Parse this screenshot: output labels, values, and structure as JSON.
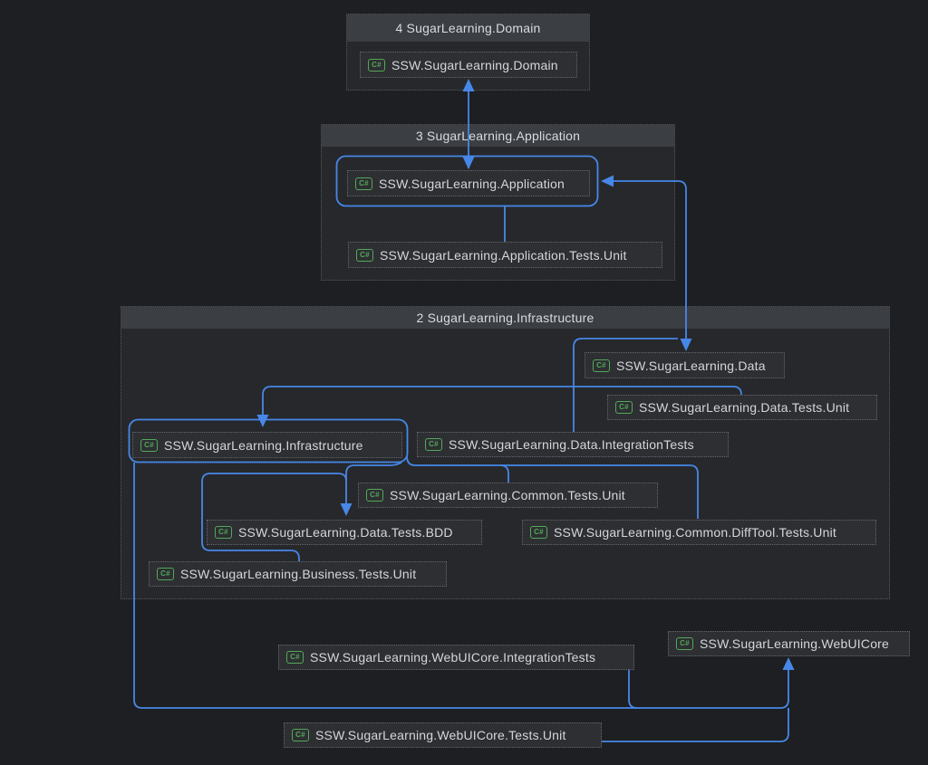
{
  "diagram": {
    "colors": {
      "background": "#1e1f22",
      "group_background": "#26282b",
      "group_header_background": "#3b3e42",
      "node_background": "#2d2f33",
      "edge_blue": "#4787e8",
      "icon_green": "#54a857",
      "text": "#d4d6da"
    },
    "icon": {
      "label": "C#"
    },
    "groups": {
      "domain": {
        "title": "4 SugarLearning.Domain"
      },
      "application": {
        "title": "3 SugarLearning.Application"
      },
      "infrastructure": {
        "title": "2 SugarLearning.Infrastructure"
      }
    },
    "nodes": {
      "domain": "SSW.SugarLearning.Domain",
      "application": "SSW.SugarLearning.Application",
      "application_tests_unit": "SSW.SugarLearning.Application.Tests.Unit",
      "data": "SSW.SugarLearning.Data",
      "data_tests_unit": "SSW.SugarLearning.Data.Tests.Unit",
      "infrastructure": "SSW.SugarLearning.Infrastructure",
      "data_integration_tests": "SSW.SugarLearning.Data.IntegrationTests",
      "common_tests_unit": "SSW.SugarLearning.Common.Tests.Unit",
      "data_tests_bdd": "SSW.SugarLearning.Data.Tests.BDD",
      "common_difftool_tests_unit": "SSW.SugarLearning.Common.DiffTool.Tests.Unit",
      "business_tests_unit": "SSW.SugarLearning.Business.Tests.Unit",
      "webuicore_integration_tests": "SSW.SugarLearning.WebUICore.IntegrationTests",
      "webuicore": "SSW.SugarLearning.WebUICore",
      "webuicore_tests_unit": "SSW.SugarLearning.WebUICore.Tests.Unit"
    },
    "selected_nodes": [
      "application",
      "infrastructure"
    ],
    "edges": [
      {
        "from": "application",
        "to": "domain",
        "bidirectional": true
      },
      {
        "from": "application",
        "to": "data",
        "bidirectional": true
      },
      {
        "from": "application_tests_unit",
        "to": "application"
      },
      {
        "from": "data_integration_tests",
        "to": "data"
      },
      {
        "from": "data_tests_unit",
        "to": "infrastructure"
      },
      {
        "from": "infrastructure",
        "to": "data_tests_bdd"
      },
      {
        "from": "infrastructure",
        "to": "common_tests_unit"
      },
      {
        "from": "infrastructure",
        "to": "common_difftool_tests_unit"
      },
      {
        "from": "business_tests_unit",
        "to": "infrastructure"
      },
      {
        "from": "webuicore_integration_tests",
        "to": "webuicore"
      },
      {
        "from": "webuicore_tests_unit",
        "to": "webuicore"
      },
      {
        "from": "infrastructure",
        "to": "webuicore"
      }
    ]
  }
}
